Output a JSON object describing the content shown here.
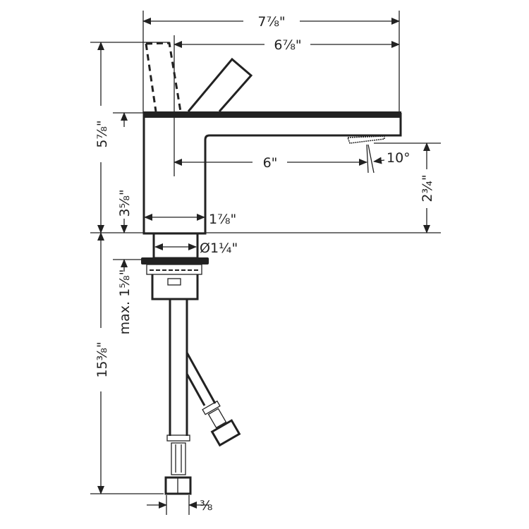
{
  "drawing": {
    "colors": {
      "line": "#222222",
      "background": "#ffffff"
    },
    "dimensions": {
      "overall_width": "7⅞\"",
      "spout_reach_from_lever": "6⅞\"",
      "spout_projection": "6\"",
      "spray_angle": "10°",
      "spout_height": "2¾\"",
      "overall_height": "5⅞\"",
      "body_height": "3⅝\"",
      "body_width": "1⅞\"",
      "shank_diameter": "Ø1¼\"",
      "max_deck_thickness": "max. 1⅝\"",
      "hose_length": "15⅜\"",
      "connection_size": "⅜"
    }
  }
}
